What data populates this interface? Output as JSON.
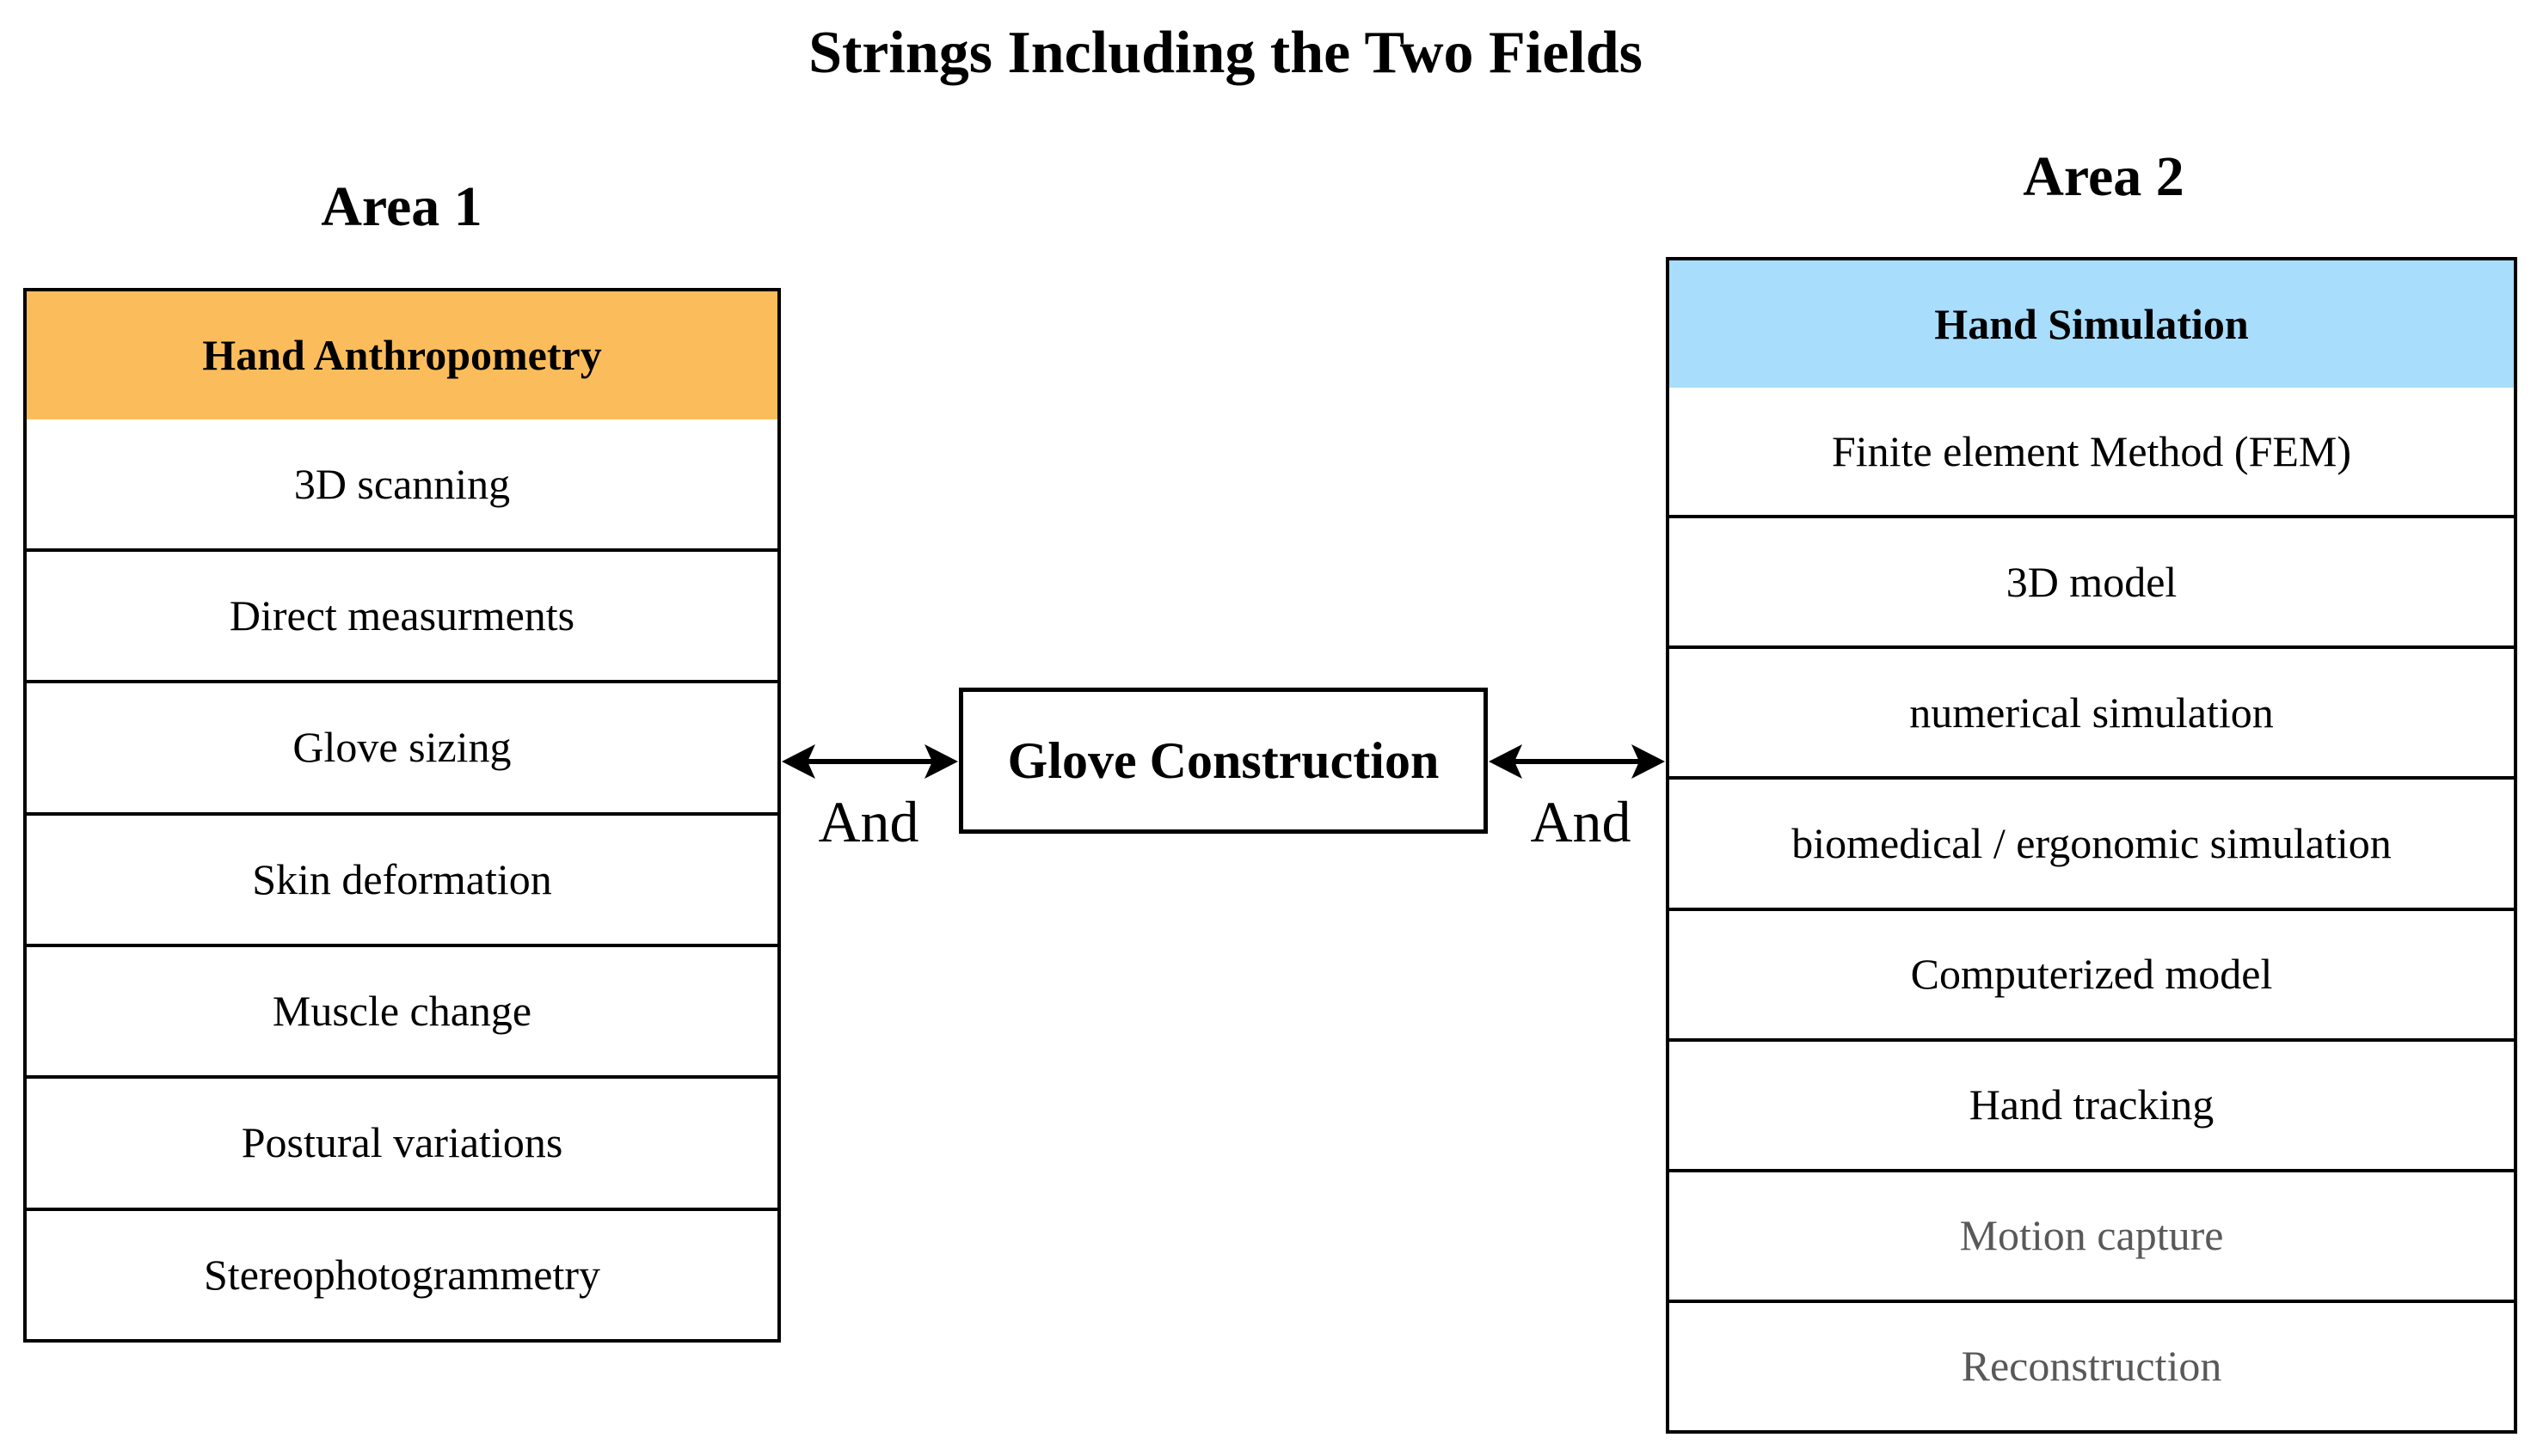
{
  "title": "Strings Including the Two Fields",
  "colors": {
    "area1_header_bg": "#FBBD5C",
    "area2_header_bg": "#A8DDFB",
    "muted_text": "#595959",
    "border": "#000000"
  },
  "area1": {
    "label": "Area 1",
    "header": "Hand Anthropometry",
    "rows": [
      {
        "text": "3D scanning",
        "muted": false
      },
      {
        "text": "Direct measurments",
        "muted": false
      },
      {
        "text": "Glove sizing",
        "muted": false
      },
      {
        "text": "Skin deformation",
        "muted": false
      },
      {
        "text": "Muscle change",
        "muted": false
      },
      {
        "text": "Postural variations",
        "muted": false
      },
      {
        "text": "Stereophotogrammetry",
        "muted": false
      }
    ]
  },
  "area2": {
    "label": "Area 2",
    "header": "Hand Simulation",
    "rows": [
      {
        "text": "Finite element Method (FEM)",
        "muted": false
      },
      {
        "text": "3D model",
        "muted": false
      },
      {
        "text": "numerical simulation",
        "muted": false
      },
      {
        "text": "biomedical / ergonomic simulation",
        "muted": false
      },
      {
        "text": "Computerized model",
        "muted": false
      },
      {
        "text": "Hand tracking",
        "muted": false
      },
      {
        "text": "Motion capture",
        "muted": true
      },
      {
        "text": "Reconstruction",
        "muted": true
      }
    ]
  },
  "center": {
    "label": "Glove Construction"
  },
  "connectors": {
    "left_label": "And",
    "right_label": "And"
  }
}
